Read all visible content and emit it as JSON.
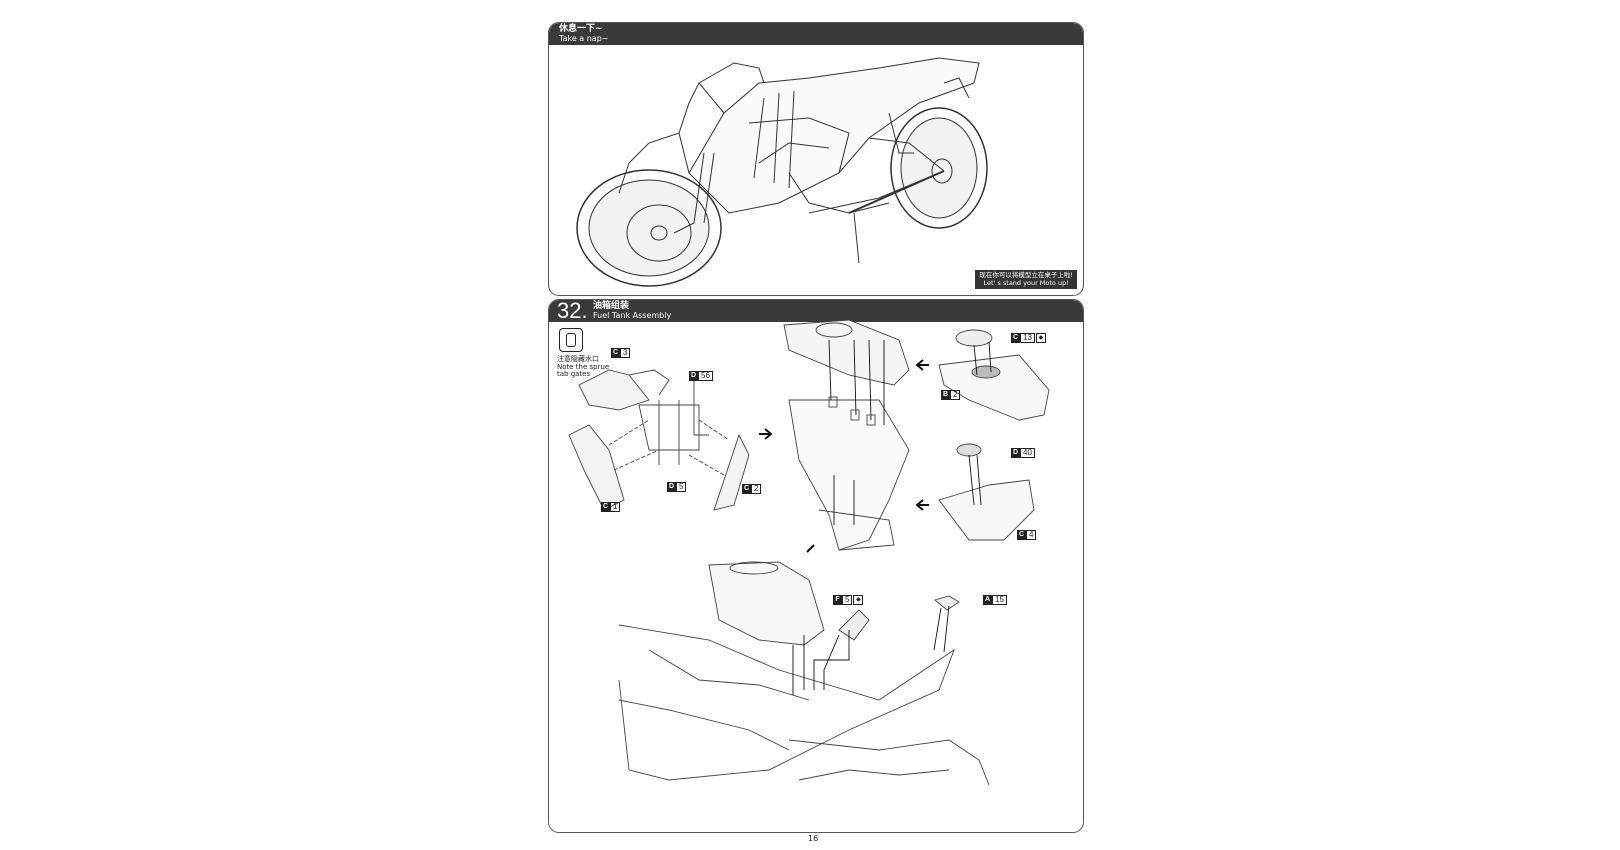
{
  "page_number": "16",
  "top_panel": {
    "title_cn": "休息一下~",
    "title_en": "Take a nap~",
    "note_cn": "现在你可以将模型立在桌子上啦!",
    "note_en": "Let' s stand your Moto up!"
  },
  "step_panel": {
    "step_number": "32.",
    "title_cn": "油箱组装",
    "title_en": "Fuel Tank Assembly",
    "gate_note_cn": "注意隐藏水口",
    "gate_note_en_1": "Note the sprue",
    "gate_note_en_2": "tab gates",
    "parts": [
      {
        "letter": "C",
        "number": "3"
      },
      {
        "letter": "D",
        "number": "56"
      },
      {
        "letter": "D",
        "number": "5"
      },
      {
        "letter": "C",
        "number": "2"
      },
      {
        "letter": "C",
        "number": "1"
      },
      {
        "letter": "C",
        "number": "13"
      },
      {
        "letter": "B",
        "number": "2"
      },
      {
        "letter": "D",
        "number": "40"
      },
      {
        "letter": "C",
        "number": "4"
      },
      {
        "letter": "F",
        "number": "5"
      },
      {
        "letter": "A",
        "number": "15"
      }
    ]
  }
}
